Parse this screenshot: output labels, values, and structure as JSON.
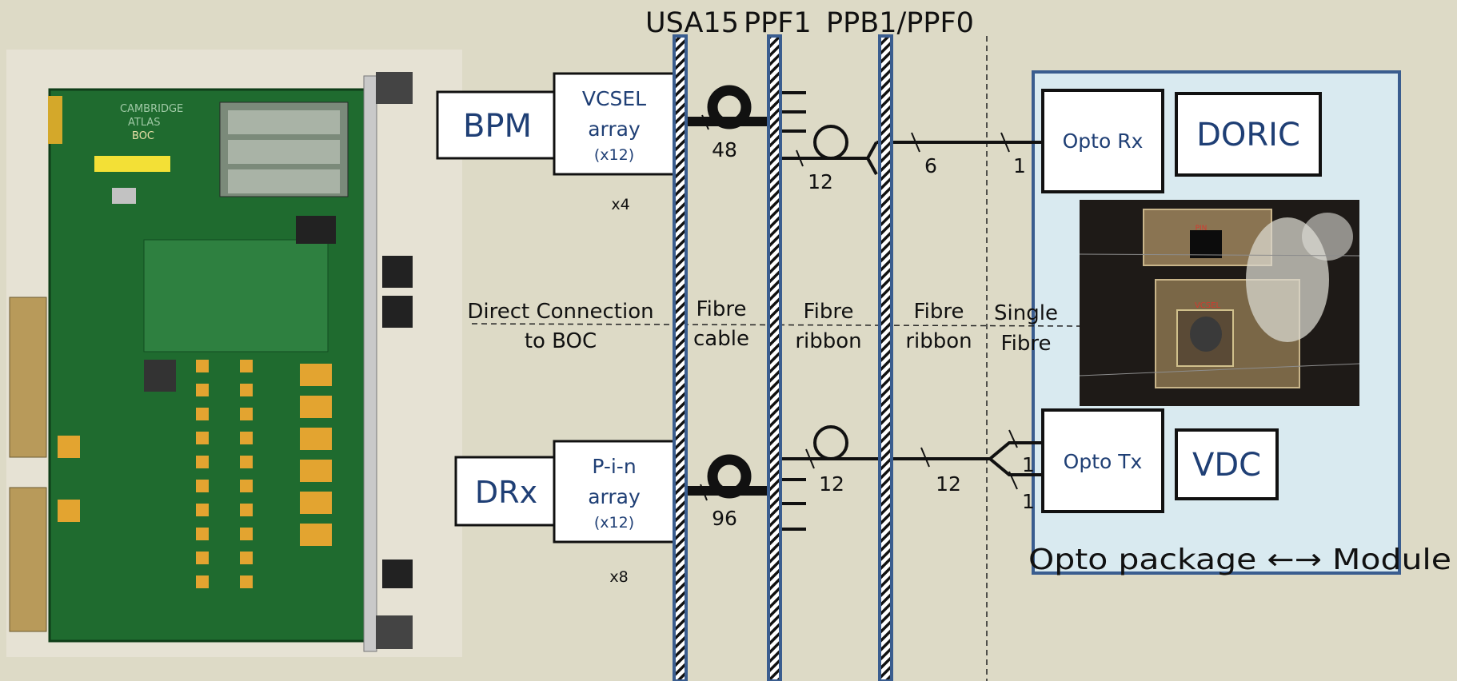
{
  "header": {
    "locations": [
      "USA15",
      "PPF1",
      "PPB1/PPF0"
    ]
  },
  "boc_photo": {
    "label_lines": [
      "CAMBRIDGE",
      "ATLAS",
      "BOC"
    ]
  },
  "tx_chain": {
    "source": "BPM",
    "array_lines": [
      "VCSEL",
      "array",
      "(x12)"
    ],
    "multiplicity": "x4",
    "counts": [
      "48",
      "12",
      "6",
      "1"
    ]
  },
  "rx_chain": {
    "source": "DRx",
    "array_lines": [
      "P-i-n",
      "array",
      "(x12)"
    ],
    "multiplicity": "x8",
    "counts": [
      "96",
      "12",
      "12",
      "1",
      "1"
    ]
  },
  "segments": [
    {
      "lines": [
        "Direct Connection",
        "to BOC"
      ]
    },
    {
      "lines": [
        "Fibre",
        "cable"
      ]
    },
    {
      "lines": [
        "Fibre",
        "ribbon"
      ]
    },
    {
      "lines": [
        "Fibre",
        "ribbon"
      ]
    },
    {
      "lines": [
        "Single",
        "Fibre"
      ]
    }
  ],
  "package": {
    "caption": "Opto package ←→ Module",
    "opto_rx": "Opto Rx",
    "doric": "DORIC",
    "opto_tx": "Opto Tx",
    "vdc": "VDC",
    "photo_labels": [
      "PIN",
      "VCSEL"
    ]
  },
  "colors": {
    "background": "#dddac6",
    "package_fill": "#d9eaf0",
    "frame_blue": "#3a5d8f",
    "text_blue": "#1f3f75",
    "board_green": "#1f6b2f"
  }
}
